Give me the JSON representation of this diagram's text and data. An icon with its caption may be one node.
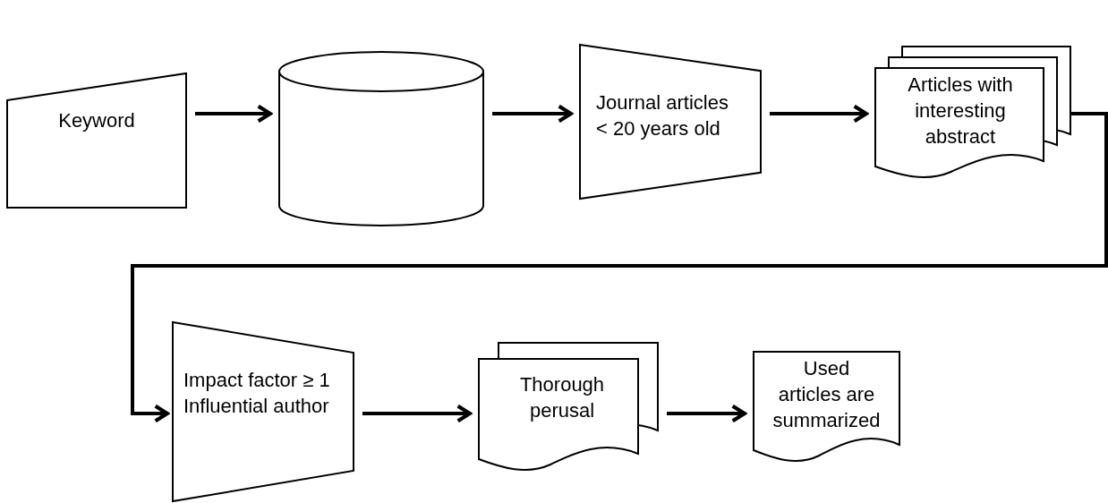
{
  "diagram": {
    "nodes": [
      {
        "text": [
          "Keyword"
        ]
      },
      {
        "text": [],
        "shape": "cylinder"
      },
      {
        "text": [
          "Journal articles < 20 years old"
        ]
      },
      {
        "text": [
          "Articles with interesting abstract"
        ]
      },
      {
        "text": [
          "Impact factor ≥ 1 Influential author"
        ]
      },
      {
        "text": [
          "Thorough perusal"
        ]
      },
      {
        "text": [
          "Used articles are summarized"
        ]
      }
    ],
    "edges": [
      {
        "from": 0,
        "to": 1,
        "arrow": "to"
      },
      {
        "from": 1,
        "to": 2,
        "arrow": "to"
      },
      {
        "from": 2,
        "to": 3,
        "arrow": "to"
      },
      {
        "from": 3,
        "to": 4,
        "arrow": "to"
      },
      {
        "from": 4,
        "to": 5,
        "arrow": "to"
      },
      {
        "from": 5,
        "to": 6,
        "arrow": "to"
      }
    ]
  }
}
